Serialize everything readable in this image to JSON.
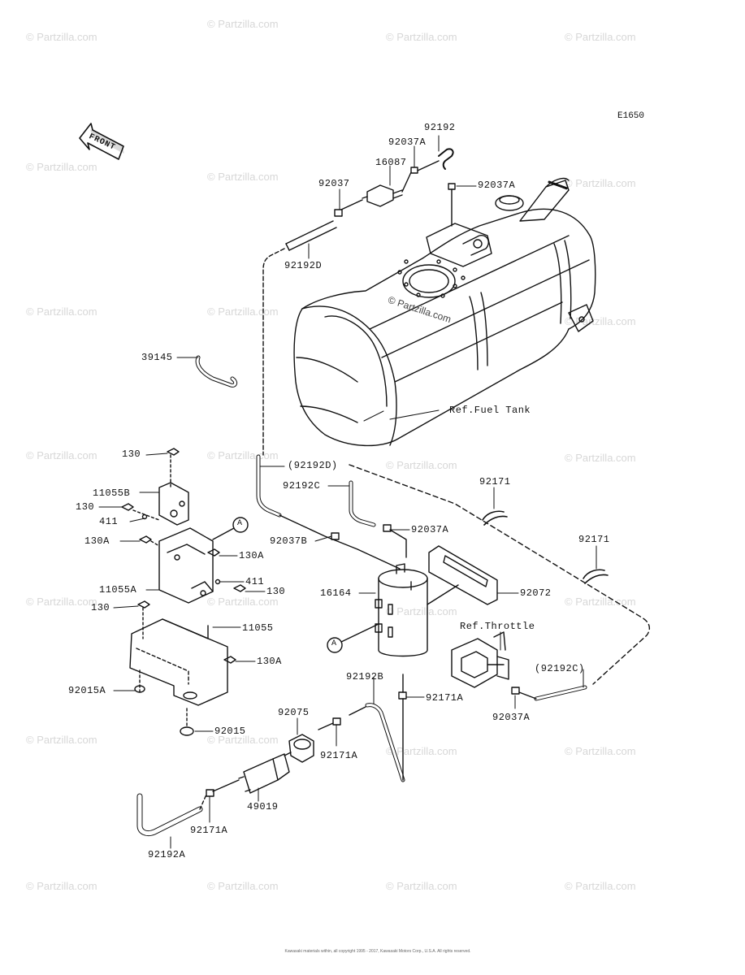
{
  "diagram": {
    "code": "E1650",
    "front_label": "FRONT",
    "tank_watermark": "© Partzilla.com",
    "footer": "Kawasaki materials within, all copyright 1995 - 2017, Kawasaki Motors Corp., U.S.A. All rights reserved.",
    "watermark_text": "© Partzilla.com",
    "labels": {
      "p92192": "92192",
      "p92037A_top": "92037A",
      "p16087": "16087",
      "p92037": "92037",
      "p92037A_right": "92037A",
      "p92192D": "92192D",
      "p39145": "39145",
      "ref_fuel_tank": "Ref.Fuel Tank",
      "p130_a": "130",
      "p92192D_paren": "(92192D)",
      "p11055B": "11055B",
      "p92192C": "92192C",
      "p92171_a": "92171",
      "p130_b": "130",
      "p411_a": "411",
      "callout_A_1": "A",
      "p92037A_mid": "92037A",
      "p130A_a": "130A",
      "p92037B": "92037B",
      "p130A_b": "130A",
      "p92171_b": "92171",
      "p411_b": "411",
      "p11055A": "11055A",
      "p130_c": "130",
      "p16164": "16164",
      "p92072": "92072",
      "p130_d": "130",
      "p11055": "11055",
      "ref_throttle": "Ref.Throttle",
      "callout_A_2": "A",
      "p130A_c": "130A",
      "p92192C_paren": "(92192C)",
      "p92192B": "92192B",
      "p92015A": "92015A",
      "p92171A_a": "92171A",
      "p92037A_low": "92037A",
      "p92075": "92075",
      "p92015": "92015",
      "p92171A_b": "92171A",
      "p49019": "49019",
      "p92171A_c": "92171A",
      "p92192A": "92192A"
    }
  }
}
